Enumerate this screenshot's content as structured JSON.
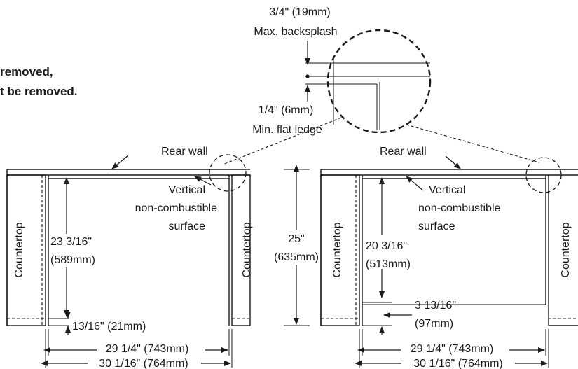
{
  "header": {
    "line1": "removed,",
    "line2": "t be removed."
  },
  "detail": {
    "backsplash_dim": "3/4\" (19mm)",
    "backsplash_label": "Max. backsplash",
    "ledge_dim": "1/4\" (6mm)",
    "ledge_label": "Min. flat ledge"
  },
  "left_panel": {
    "rear_wall": "Rear wall",
    "vertical_line1": "Vertical",
    "vertical_line2": "non-combustible",
    "vertical_line3": "surface",
    "depth_line1": "23 3/16\"",
    "depth_line2": "(589mm)",
    "gap_dim": "13/16\" (21mm)",
    "inner_width": "29 1/4\" (743mm)",
    "outer_width": "30 1/16\" (764mm)",
    "countertop_left": "Countertop",
    "countertop_right": "Countertop"
  },
  "center": {
    "depth_line1": "25\"",
    "depth_line2": "(635mm)"
  },
  "right_panel": {
    "rear_wall": "Rear wall",
    "vertical_line1": "Vertical",
    "vertical_line2": "non-combustible",
    "vertical_line3": "surface",
    "depth_line1": "20 3/16\"",
    "depth_line2": "(513mm)",
    "gap_line1": "3 13/16\"",
    "gap_line2": "(97mm)",
    "inner_width": "29 1/4\" (743mm)",
    "outer_width": "30 1/16\" (764mm)",
    "countertop_left": "Countertop",
    "countertop_right": "Countertop"
  }
}
